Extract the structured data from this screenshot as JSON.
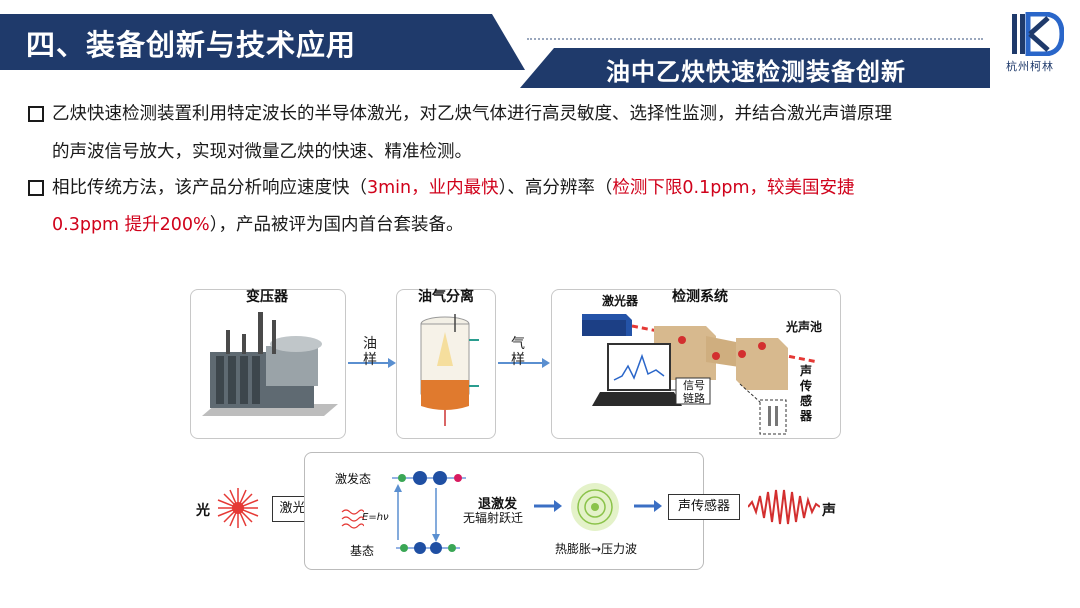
{
  "header": {
    "title": "四、装备创新与技术应用",
    "subtitle": "油中乙炔快速检测装备创新",
    "logo_text": "杭州柯林"
  },
  "bullets": [
    {
      "line1": "乙炔快速检测装置利用特定波长的半导体激光，对乙炔气体进行高灵敏度、选择性监测，并结合激光声谱原理",
      "line2": "的声波信号放大，实现对微量乙炔的快速、精准检测。"
    },
    {
      "line1_a": "相比传统方法，该产品分析响应速度快（",
      "line1_b": "3min，业内最快",
      "line1_c": "）、高分辨率（",
      "line1_d": "检测下限0.1ppm，较美国安捷",
      "line2_a": "0.3ppm 提升200%",
      "line2_b": "），产品被评为国内首台套装备。"
    }
  ],
  "diagram": {
    "transformer_label": "变压器",
    "oil_sample": "油样",
    "separation_label": "油气分离",
    "gas_sample": "气样",
    "detection_label": "检测系统",
    "laser_label": "激光器",
    "cell_label": "光声池",
    "signal_chain": "信号链路",
    "sensor_vertical": "声传感器",
    "light": "光",
    "laser_box": "激光器",
    "excited_state": "激发态",
    "ground_state": "基态",
    "energy_eq": "E=hν",
    "deexcite": "退激发",
    "nonrad": "无辐射跃迁",
    "thermal": "热膨胀→压力波",
    "sensor_box": "声传感器",
    "sound": "声"
  },
  "colors": {
    "navy": "#1f3a6b",
    "highlight_red": "#d0021b",
    "laser_red": "#e53935"
  }
}
